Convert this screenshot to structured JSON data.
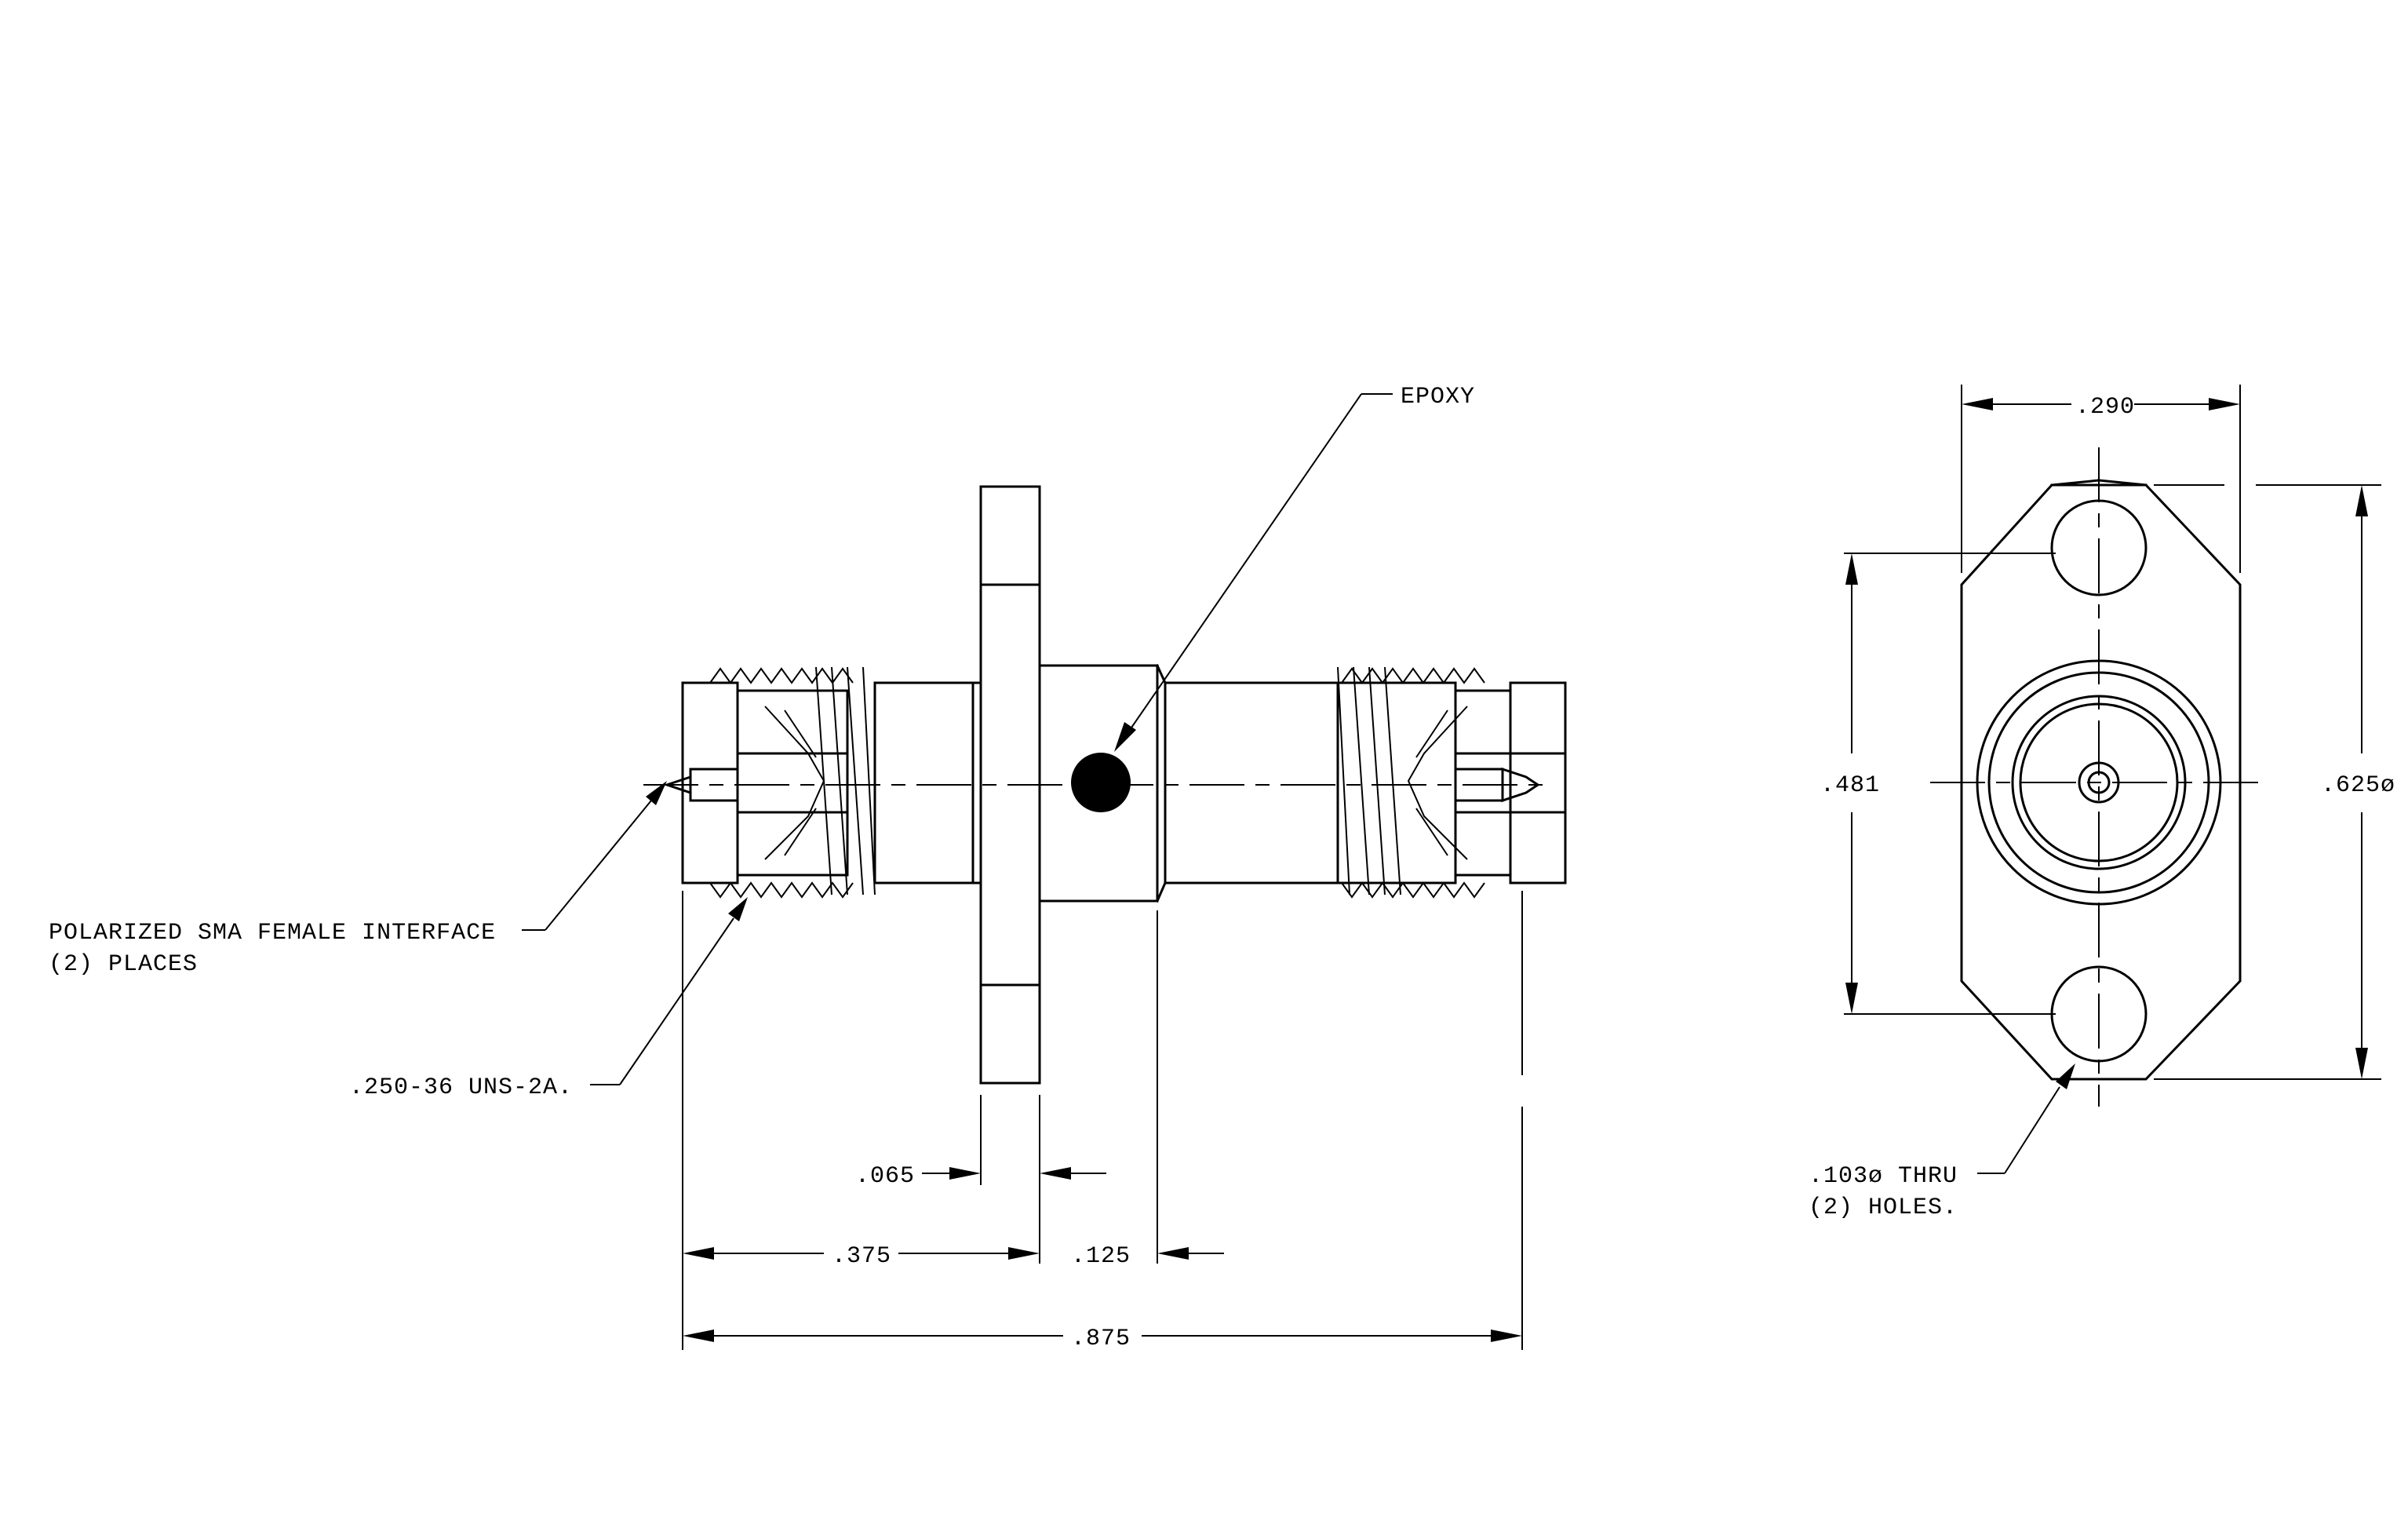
{
  "callouts": {
    "epoxy": "EPOXY",
    "interface_line1": "POLARIZED SMA FEMALE INTERFACE",
    "interface_line2": "(2)  PLACES",
    "thread": ".250-36 UNS-2A.",
    "holes_line1": ".103ø THRU",
    "holes_line2": "(2) HOLES."
  },
  "dimensions": {
    "flange_thickness": ".065",
    "to_flange": ".375",
    "body_step": ".125",
    "overall_length": ".875",
    "flange_width": ".290",
    "hole_spacing": ".481",
    "flange_diameter": ".625ø"
  }
}
